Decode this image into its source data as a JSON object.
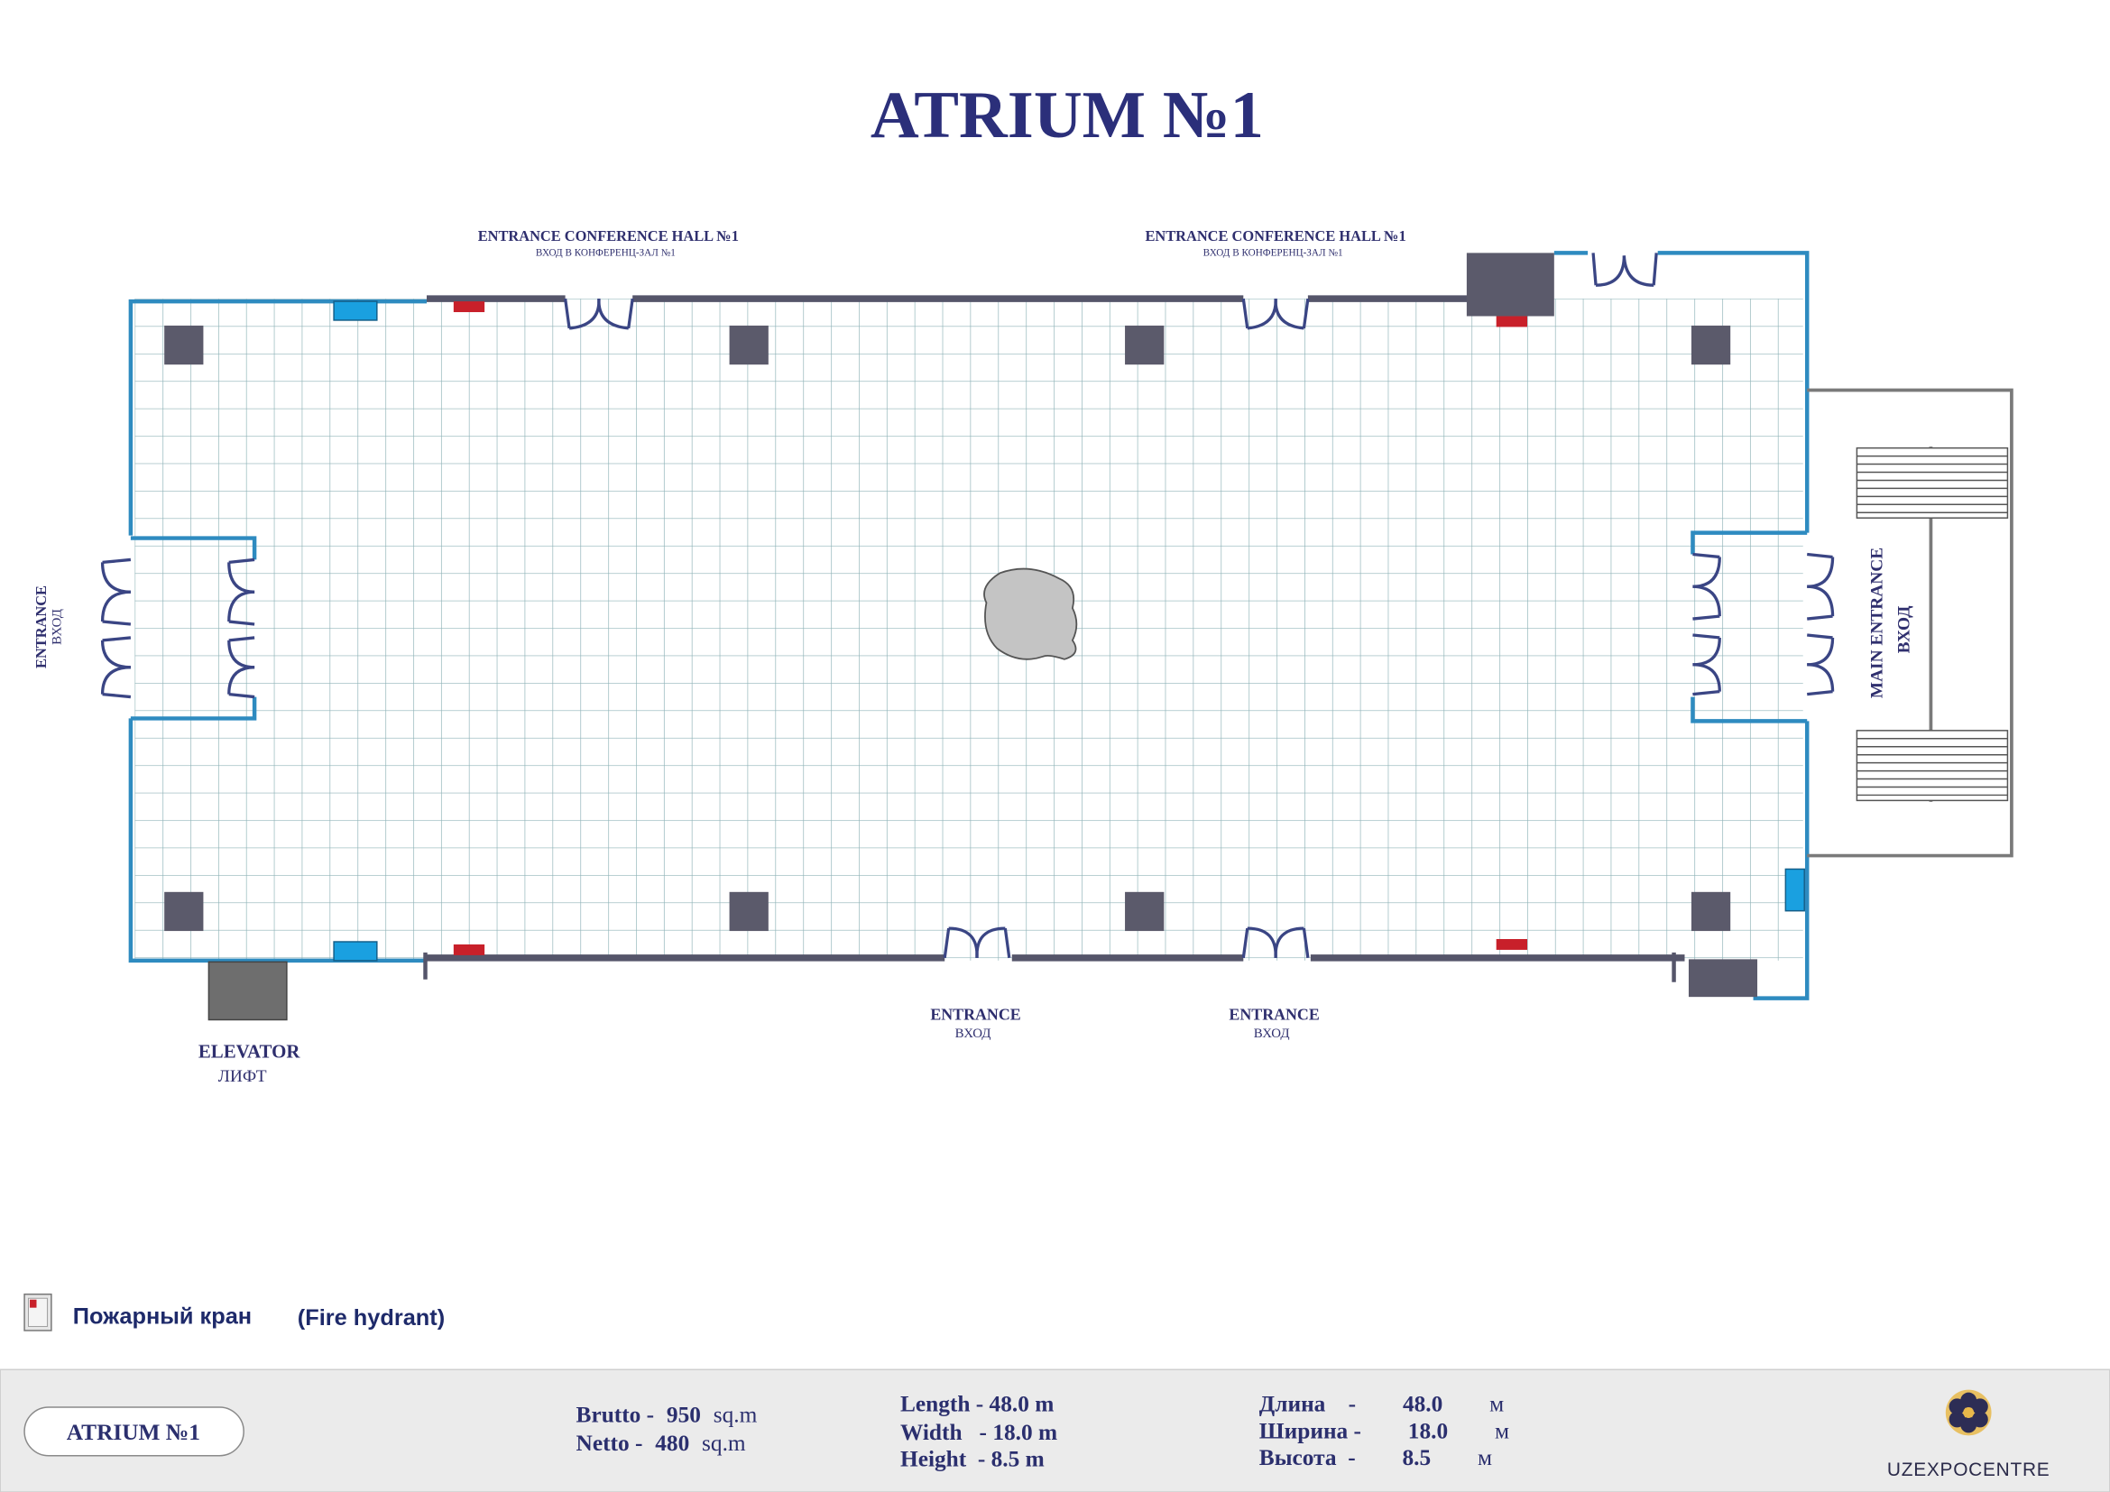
{
  "title": "ATRIUM №1",
  "labels": {
    "conf_hall_en": "ENTRANCE CONFERENCE HALL №1",
    "conf_hall_ru": "ВХОД В КОНФЕРЕНЦ-ЗАЛ №1",
    "entrance_en": "ENTRANCE",
    "entrance_ru": "ВХОД",
    "main_entrance_en": "MAIN ENTRANCE",
    "main_entrance_ru": "ВХОД",
    "elevator_en": "ELEVATOR",
    "elevator_ru": "ЛИФТ"
  },
  "legend": {
    "hydrant_ru": "Пожарный кран",
    "hydrant_en": "(Fire hydrant)"
  },
  "footer": {
    "badge": "ATRIUM №1",
    "brutto_label": "Brutto -",
    "brutto_value": "950",
    "brutto_unit": "sq.m",
    "netto_label": "Netto  -",
    "netto_value": "480",
    "netto_unit": "sq.m",
    "length_en": "Length - 48.0 m",
    "width_en": "Width   - 18.0 m",
    "height_en": "Height  - 8.5 m",
    "length_ru_label": "Длина    -",
    "length_ru_value": "48.0",
    "width_ru_label": "Ширина -",
    "width_ru_value": "18.0",
    "height_ru_label": "Высота  -",
    "height_ru_value": "8.5",
    "unit_ru": "м",
    "brand": "UZEXPOCENTRE"
  },
  "colors": {
    "title": "#2b2f7a",
    "outer_wall": "#2e8bc0",
    "inner_wall": "#55556a",
    "column": "#5b5a6b",
    "hydrant": "#c8202a",
    "grid": "#8fb3b8",
    "footer_bg": "#ebebeb"
  }
}
